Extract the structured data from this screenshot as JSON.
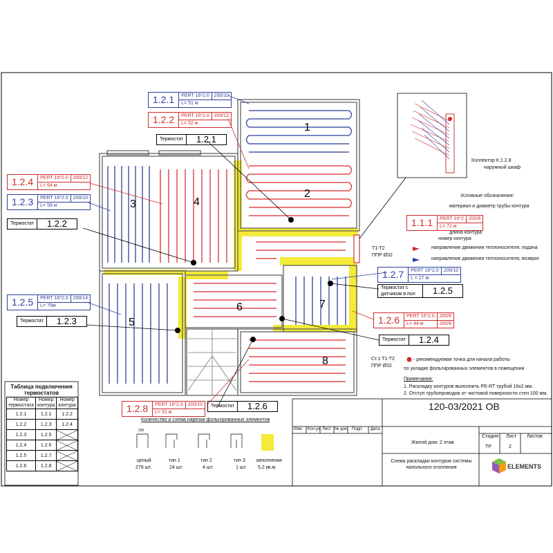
{
  "drawing": {
    "rooms": [
      "1",
      "2",
      "3",
      "4",
      "5",
      "6",
      "7",
      "8"
    ],
    "circuits": {
      "c121": {
        "num": "1.2.1",
        "pipe": "PERT 16*2.0",
        "step": "200/10",
        "len": "L= 51 м"
      },
      "c122": {
        "num": "1.2.2",
        "pipe": "PERT 16*2.0",
        "step": "200/12",
        "len": "L= 52 м"
      },
      "c124": {
        "num": "1.2.4",
        "pipe": "PERT 16*2.0",
        "step": "200/12",
        "len": "L= 64 м"
      },
      "c123": {
        "num": "1.2.3",
        "pipe": "PERT 16*2.0",
        "step": "200/10",
        "len": "L= 59 м"
      },
      "c125": {
        "num": "1.2.5",
        "pipe": "PERT 16*2.0",
        "step": "200/14",
        "len": "L= 75м"
      },
      "c127": {
        "num": "1.2.7",
        "pipe": "PERT 16*2.0",
        "step": "200/10",
        "len": "L = 27 м"
      },
      "c126": {
        "num": "1.2.6",
        "pipe": "PERT 16*2.0",
        "step1": "200/6",
        "step2": "200/8",
        "len": "L= 44 м"
      },
      "c128": {
        "num": "1.2.8",
        "pipe": "PERT 16*2.0",
        "step": "200/10",
        "len": "L= 51 м"
      }
    },
    "thermostats": {
      "t121": {
        "label": "Термостат",
        "num": "1.2.1"
      },
      "t122": {
        "label": "Термостат",
        "num": "1.2.2"
      },
      "t123": {
        "label": "Термостат",
        "num": "1.2.3"
      },
      "t124": {
        "label": "Термостат",
        "num": "1.2.4"
      },
      "t125": {
        "label": "Термостат с датчиком в пол",
        "num": "1.2.5"
      },
      "t126": {
        "label": "Термостат",
        "num": "1.2.6"
      }
    },
    "riser1": "Т1-Т2",
    "riser1_pipe": "ППР Ø32",
    "riser2": "Ст.1 Т1-Т2",
    "riser2_pipe": "ППР Ø32",
    "collector": "Коллектор К.1.2.8",
    "collector_note": "наружный шкаф"
  },
  "legend": {
    "title": "Условные обозначения:",
    "material": "материал и диаметр трубы контура",
    "sample_num": "1.1.1",
    "sample_pipe": "PERT 16*2",
    "sample_step": "200/6",
    "sample_len": "L= 71 м",
    "length_label": "длина контура",
    "number_label": "номер контура",
    "supply": "направление движения теплоносителя, подача",
    "return": "направление движения теплоносителя, возврат",
    "start_point_1": "- рекомендуемая точка для начала работы",
    "start_point_2": "по укладке фольгированных элементов в помещении",
    "notes_title": "Примечания:",
    "note1": "1. Раскладку контуров выполнить PE-RT трубой  16х2 мм.",
    "note2": "2. Отступ трубопроводов от чистовой поверхности стен 100 мм."
  },
  "conn_table": {
    "title": "Таблица подключения термостатов",
    "headers": [
      "Номер термостата",
      "Номер контура",
      "Номер контура"
    ],
    "rows": [
      [
        "1.2.1",
        "1.2.1",
        "1.2.2"
      ],
      [
        "1.2.2",
        "1.2.3",
        "1.2.4"
      ],
      [
        "1.2.3",
        "1.2.5",
        ""
      ],
      [
        "1.2.4",
        "1.2.6",
        ""
      ],
      [
        "1.2.5",
        "1.2.7",
        ""
      ],
      [
        "1.2.6",
        "1.2.8",
        ""
      ]
    ]
  },
  "cut_scheme": {
    "title": "Количество и схема нарезки фольгированных элементов",
    "items": [
      {
        "name": "целый",
        "qty": "278 шт."
      },
      {
        "name": "тип 1",
        "qty": "24 шт."
      },
      {
        "name": "тип 2",
        "qty": "4 шт."
      },
      {
        "name": "тип 3",
        "qty": "1 шт."
      },
      {
        "name": "заполнение",
        "qty": "5,2 кв.м."
      }
    ],
    "dim": "200"
  },
  "title_block": {
    "code": "120-03/2021 ОВ",
    "cols": [
      "Изм.",
      "Кол.уч",
      "Лист",
      "№ док.",
      "Подп.",
      "Дата"
    ],
    "object": "Жилой дом: 2 этаж",
    "stage_h": "Стадия",
    "sheet_h": "Лист",
    "sheets_h": "Листов",
    "stage": "ТР",
    "sheet": "2",
    "sheets": "",
    "drawing_name": "Схема раскладки контуров системы напольного отопления",
    "company": "ELEMENTS"
  },
  "colors": {
    "supply": "#d12a2a",
    "return": "#2a3f9e",
    "foil": "#f3ea3a",
    "pipe_red": "#e04848",
    "pipe_blue": "#4a5aa8"
  }
}
